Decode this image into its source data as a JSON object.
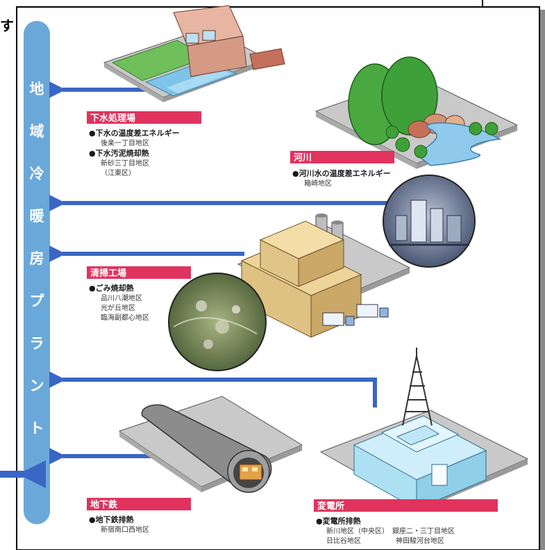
{
  "edge_char": "す",
  "vertical_title": [
    "地",
    "域",
    "冷",
    "暖",
    "房",
    "プ",
    "ラ",
    "ン",
    "ト",
    "へ"
  ],
  "sources": {
    "sewage": {
      "label": "下水処理場",
      "notes": [
        {
          "bullet": "●下水の温度差エネルギー",
          "sub": [
            "後楽一丁目地区"
          ]
        },
        {
          "bullet": "●下水汚泥焼却熱",
          "sub": [
            "新砂三丁目地区",
            "（江東区）"
          ]
        }
      ]
    },
    "river": {
      "label": "河川",
      "notes": [
        {
          "bullet": "●河川水の温度差エネルギー",
          "sub": [
            "箱崎地区"
          ]
        }
      ]
    },
    "incinerator": {
      "label": "清掃工場",
      "notes": [
        {
          "bullet": "●ごみ焼却熱",
          "sub": [
            "品川八潮地区",
            "光が丘地区",
            "臨海副都心地区"
          ]
        }
      ]
    },
    "subway": {
      "label": "地下鉄",
      "notes": [
        {
          "bullet": "●地下鉄排熱",
          "sub": [
            "新宿南口西地区"
          ]
        }
      ]
    },
    "substation": {
      "label": "変電所",
      "notes": [
        {
          "bullet": "●変電所排熱",
          "sub": [
            "新川地区（中央区）　銀座二・三丁目地区",
            "日比谷地区　　　　　神田駿河台地区"
          ]
        }
      ]
    }
  },
  "colors": {
    "arrow": "#3a66c4",
    "bar": "#6aa8da",
    "label_bg": "#e0335e",
    "platform": "#c8c8c8"
  }
}
